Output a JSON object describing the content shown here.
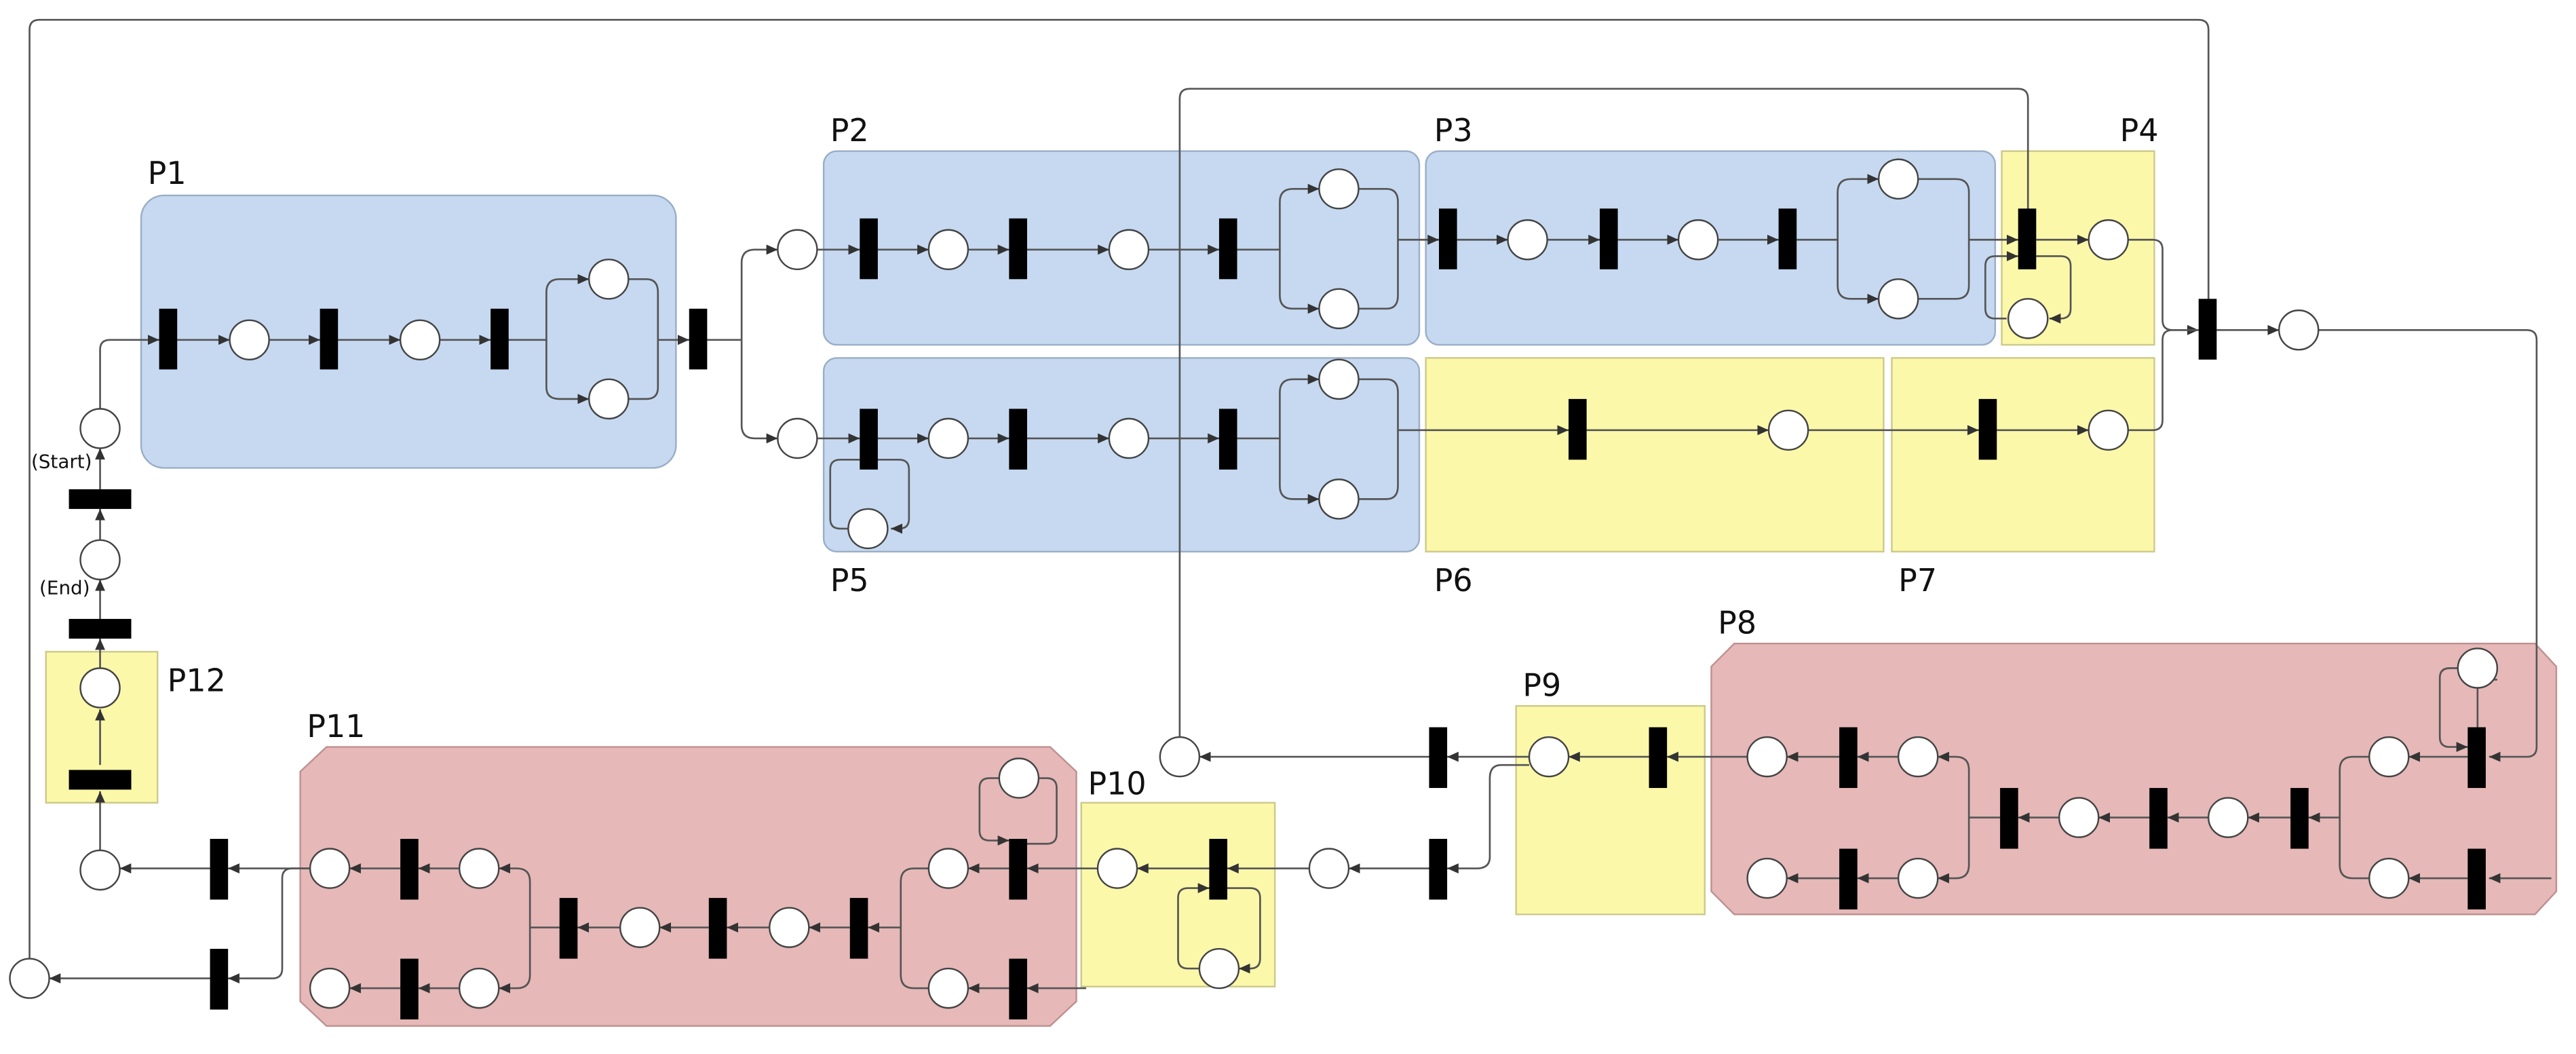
{
  "labels": {
    "p1": "P1",
    "p2": "P2",
    "p3": "P3",
    "p4": "P4",
    "p5": "P5",
    "p6": "P6",
    "p7": "P7",
    "p8": "P8",
    "p9": "P9",
    "p10": "P10",
    "p11": "P11",
    "p12": "P12",
    "start": "(Start)",
    "end": "(End)"
  },
  "colors": {
    "blue_fill": "#c6d9f1",
    "blue_stroke": "#9aaec6",
    "yellow_fill": "#fbf8a9",
    "yellow_stroke": "#cdc98a",
    "red_fill": "#e6b8b8",
    "red_stroke": "#bf9090",
    "line": "#555555",
    "transition": "#000000"
  }
}
